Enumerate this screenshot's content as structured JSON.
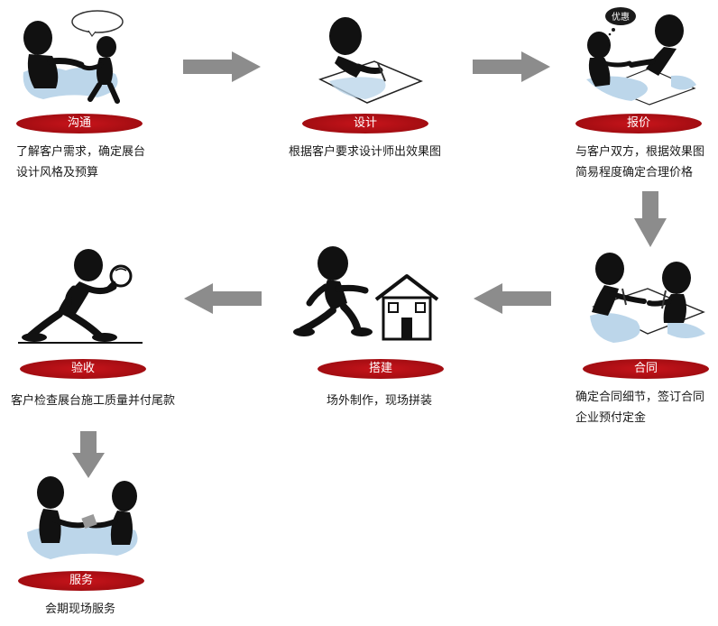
{
  "steps": [
    {
      "label": "沟通",
      "desc": [
        "了解客户需求，确定展台",
        "设计风格及预算"
      ],
      "bubble": ""
    },
    {
      "label": "设计",
      "desc": [
        "根据客户要求设计师出效果图"
      ]
    },
    {
      "label": "报价",
      "desc": [
        "与客户双方，根据效果图",
        "简易程度确定合理价格"
      ],
      "bubble": "优惠"
    },
    {
      "label": "合同",
      "desc": [
        "确定合同细节，签订合同",
        "企业预付定金"
      ]
    },
    {
      "label": "搭建",
      "desc": [
        "场外制作，现场拼装"
      ]
    },
    {
      "label": "验收",
      "desc": [
        "客户检查展台施工质量并付尾款"
      ]
    },
    {
      "label": "服务",
      "desc": [
        "会期现场服务"
      ]
    }
  ],
  "colors": {
    "pill": "#b3121a",
    "arrow": "#8c8c8c",
    "figure": "#111111",
    "paper_shadow": "#bcd6ea"
  }
}
